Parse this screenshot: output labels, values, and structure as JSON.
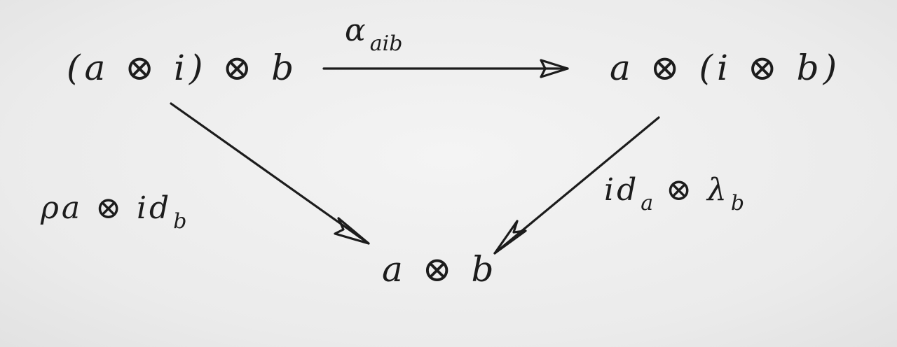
{
  "diagram": {
    "nodes": {
      "top_left": "(a ⊗ i) ⊗ b",
      "top_right": "a ⊗ (i ⊗ b)",
      "bottom": "a ⊗ b"
    },
    "arrows": {
      "top": {
        "main": "α",
        "sub": "aib"
      },
      "left": {
        "main": "ρa ⊗ id",
        "sub": "b"
      },
      "right": {
        "pre": "id",
        "pre_sub": "a",
        "main": " ⊗ λ",
        "sub": "b"
      }
    }
  }
}
